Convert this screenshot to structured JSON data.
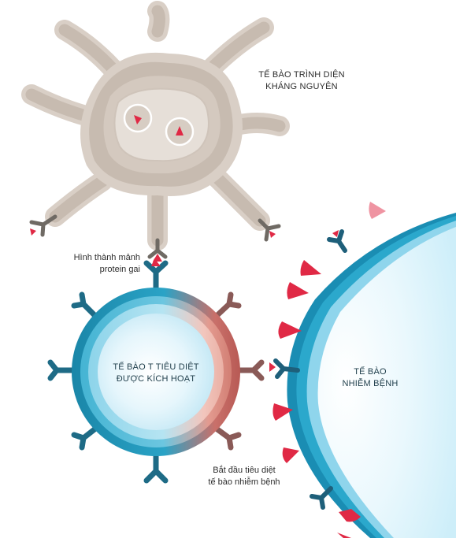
{
  "labels": {
    "apc_line1": "TẾ BÀO TRÌNH DIỆN",
    "apc_line2": "KHÁNG NGUYÊN",
    "spike_line1": "Hình thành mảnh",
    "spike_line2": "protein gai",
    "tcell_line1": "TẾ BÀO T TIÊU DIỆT",
    "tcell_line2": "ĐƯỢC KÍCH HOẠT",
    "infected_line1": "TẾ BÀO",
    "infected_line2": "NHIỄM BỆNH",
    "kill_line1": "Bắt đầu tiêu diệt",
    "kill_line2": "tế bào nhiễm bệnh"
  },
  "colors": {
    "apc_outer": "#d9cfc6",
    "apc_body": "#c7bbb0",
    "apc_inner": "#dcd2c9",
    "receptor_grey": "#6f6a64",
    "tcell_blue": "#1f8fb0",
    "tcell_light": "#cfeef9",
    "tcell_active": "#d9786a",
    "receptor_blue": "#1e5f7a",
    "spike_red": "#e02945",
    "infected_edge": "#1a8db3",
    "infected_fill": "#e3f5fc"
  }
}
